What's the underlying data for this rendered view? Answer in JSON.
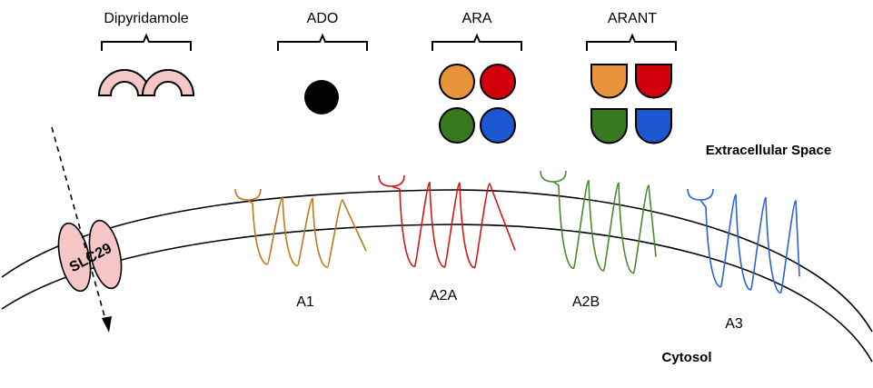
{
  "colors": {
    "dipyridamole": "#f4c6c5",
    "ado": "#000000",
    "orange": "#e8943b",
    "red": "#d2000d",
    "green": "#38791f",
    "blue": "#1a57d0",
    "transporter": "#f4c6c5",
    "A1": "#c27617",
    "A2A": "#d2171c",
    "A2B": "#4a8a2e",
    "A3": "#2a62d8"
  },
  "legend": {
    "dipyridamole": "Dipyridamole",
    "ado": "ADO",
    "ara": "ARA",
    "arant": "ARANT"
  },
  "regions": {
    "extracellular": "Extracellular Space",
    "cytosol": "Cytosol"
  },
  "transporter": {
    "label": "SLC29"
  },
  "receptors": {
    "a1": "A1",
    "a2a": "A2A",
    "a2b": "A2B",
    "a3": "A3"
  },
  "icons": {
    "dipyridamole": "double-arch-icon",
    "ado": "filled-circle-icon",
    "ara": "circle-icon",
    "arant": "shield-icon",
    "transport": "dashed-arrow-icon"
  }
}
